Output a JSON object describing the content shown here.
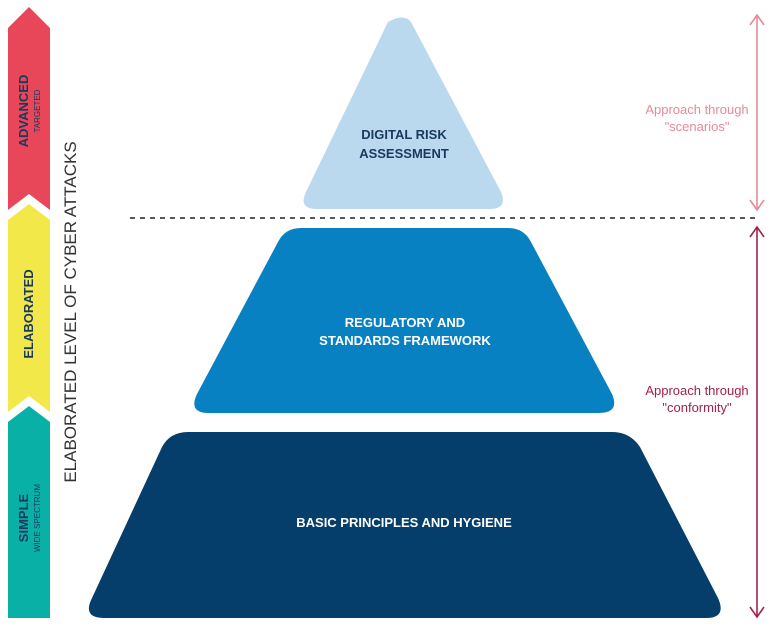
{
  "levels": [
    {
      "main": "ADVANCED",
      "sub": "TARGETED",
      "color": "#e84659"
    },
    {
      "main": "ELABORATED",
      "sub": "",
      "color": "#f3e84a"
    },
    {
      "main": "SIMPLE",
      "sub": "WIDE SPECTRUM",
      "color": "#08b0a6"
    }
  ],
  "axis_title": "ELABORATED LEVEL OF CYBER ATTACKS",
  "tiers": {
    "top": {
      "lines": [
        "DIGITAL RISK",
        "ASSESSMENT"
      ],
      "color": "#bad8ee",
      "text_color": "#173a5e"
    },
    "middle": {
      "lines": [
        "REGULATORY AND",
        "STANDARDS FRAMEWORK"
      ],
      "color": "#0781c2",
      "text_color": "#ffffff"
    },
    "bottom": {
      "lines": [
        "BASIC PRINCIPLES AND HYGIENE"
      ],
      "color": "#063e6b",
      "text_color": "#ffffff"
    }
  },
  "approaches": [
    {
      "lines": [
        "Approach through",
        "\"scenarios\""
      ],
      "color": "#e58a9b"
    },
    {
      "lines": [
        "Approach through",
        "\"conformity\""
      ],
      "color": "#a3224a"
    }
  ]
}
